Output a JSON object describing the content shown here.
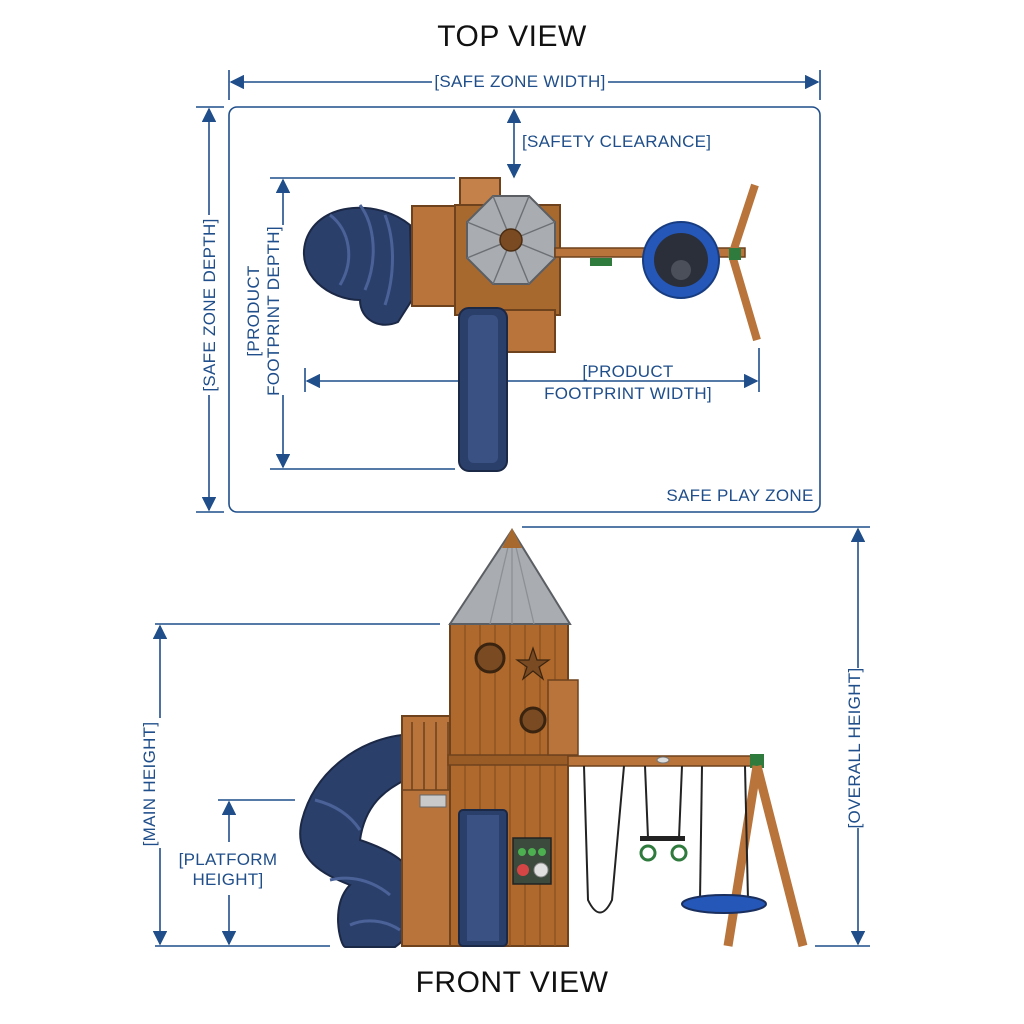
{
  "titles": {
    "top_view": "TOP VIEW",
    "front_view": "FRONT VIEW"
  },
  "top_view": {
    "safe_zone_width": "[SAFE ZONE WIDTH]",
    "safety_clearance": "[SAFETY CLEARANCE]",
    "safe_zone_depth": "[SAFE ZONE DEPTH]",
    "product_footprint_depth": [
      "[PRODUCT",
      "FOOTPRINT DEPTH]"
    ],
    "product_footprint_width": [
      "[PRODUCT",
      "FOOTPRINT WIDTH]"
    ],
    "safe_play_zone": "SAFE PLAY ZONE"
  },
  "front_view": {
    "main_height": "[MAIN HEIGHT]",
    "platform_height": [
      "[PLATFORM",
      "HEIGHT]"
    ],
    "overall_height": "[OVERALL HEIGHT]"
  },
  "colors": {
    "dimension_line": "#1f4e8a",
    "wood": "#b8743a",
    "wood_dark": "#7a4a22",
    "slide_blue": "#2b3f6b",
    "roof_gray": "#a9adb2"
  }
}
